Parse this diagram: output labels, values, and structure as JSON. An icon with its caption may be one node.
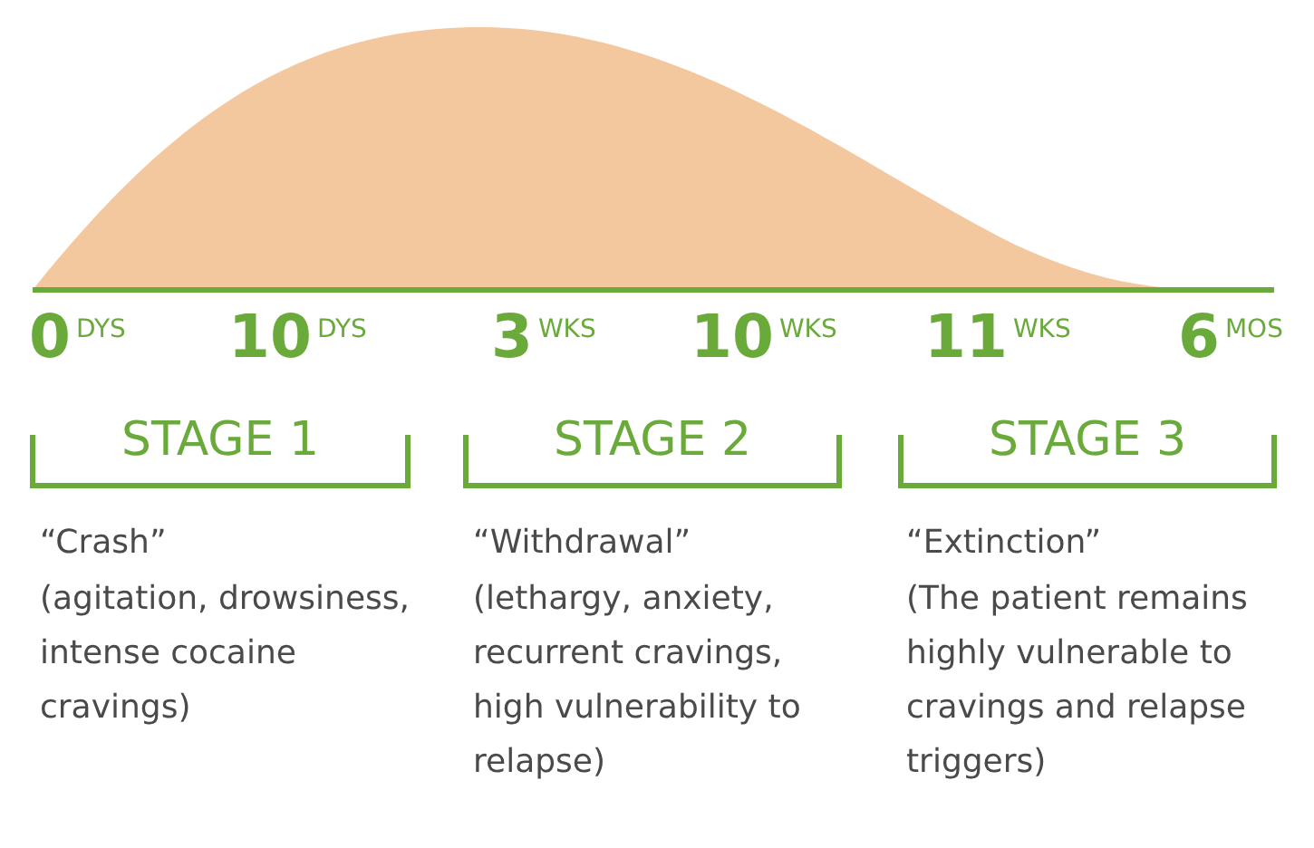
{
  "diagram": {
    "labels": [
      "0$^{DYS}$",
      "10$^{DYS}$",
      "3$^{WKS}$",
      "10$^{WKS}$",
      "11$^{WKS}$",
      "6$^{MOS}$",
      "STAGE 1",
      "STAGE 2",
      "STAGE 3",
      "“Crash”",
      "(agitation, drowsiness, intense cocaine cravings)",
      "“Withdrawal”",
      "(lethargy, anxiety, recurrent cravings, high vulnerability to relapse)",
      "“Extinction”",
      "(The patient remains highly vulnerable to cravings and relapse triggers)"
    ]
  }
}
